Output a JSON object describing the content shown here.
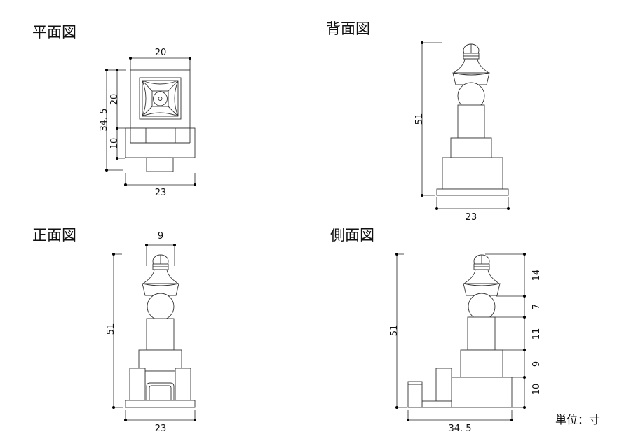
{
  "views": {
    "plan": {
      "title": "平面図",
      "dims": {
        "top_width": "20",
        "total_depth": "34. 5",
        "upper_depth": "20",
        "lower_depth": "10",
        "bottom_width": "23"
      }
    },
    "back": {
      "title": "背面図",
      "dims": {
        "height": "51",
        "width": "23"
      }
    },
    "front": {
      "title": "正面図",
      "dims": {
        "height": "51",
        "top_width": "9",
        "width": "23"
      }
    },
    "side": {
      "title": "側面図",
      "dims": {
        "height": "51",
        "width": "34. 5",
        "seg1": "14",
        "seg2": "7",
        "seg3": "11",
        "seg4": "9",
        "seg5": "10"
      }
    }
  },
  "unit_label": "単位：寸"
}
